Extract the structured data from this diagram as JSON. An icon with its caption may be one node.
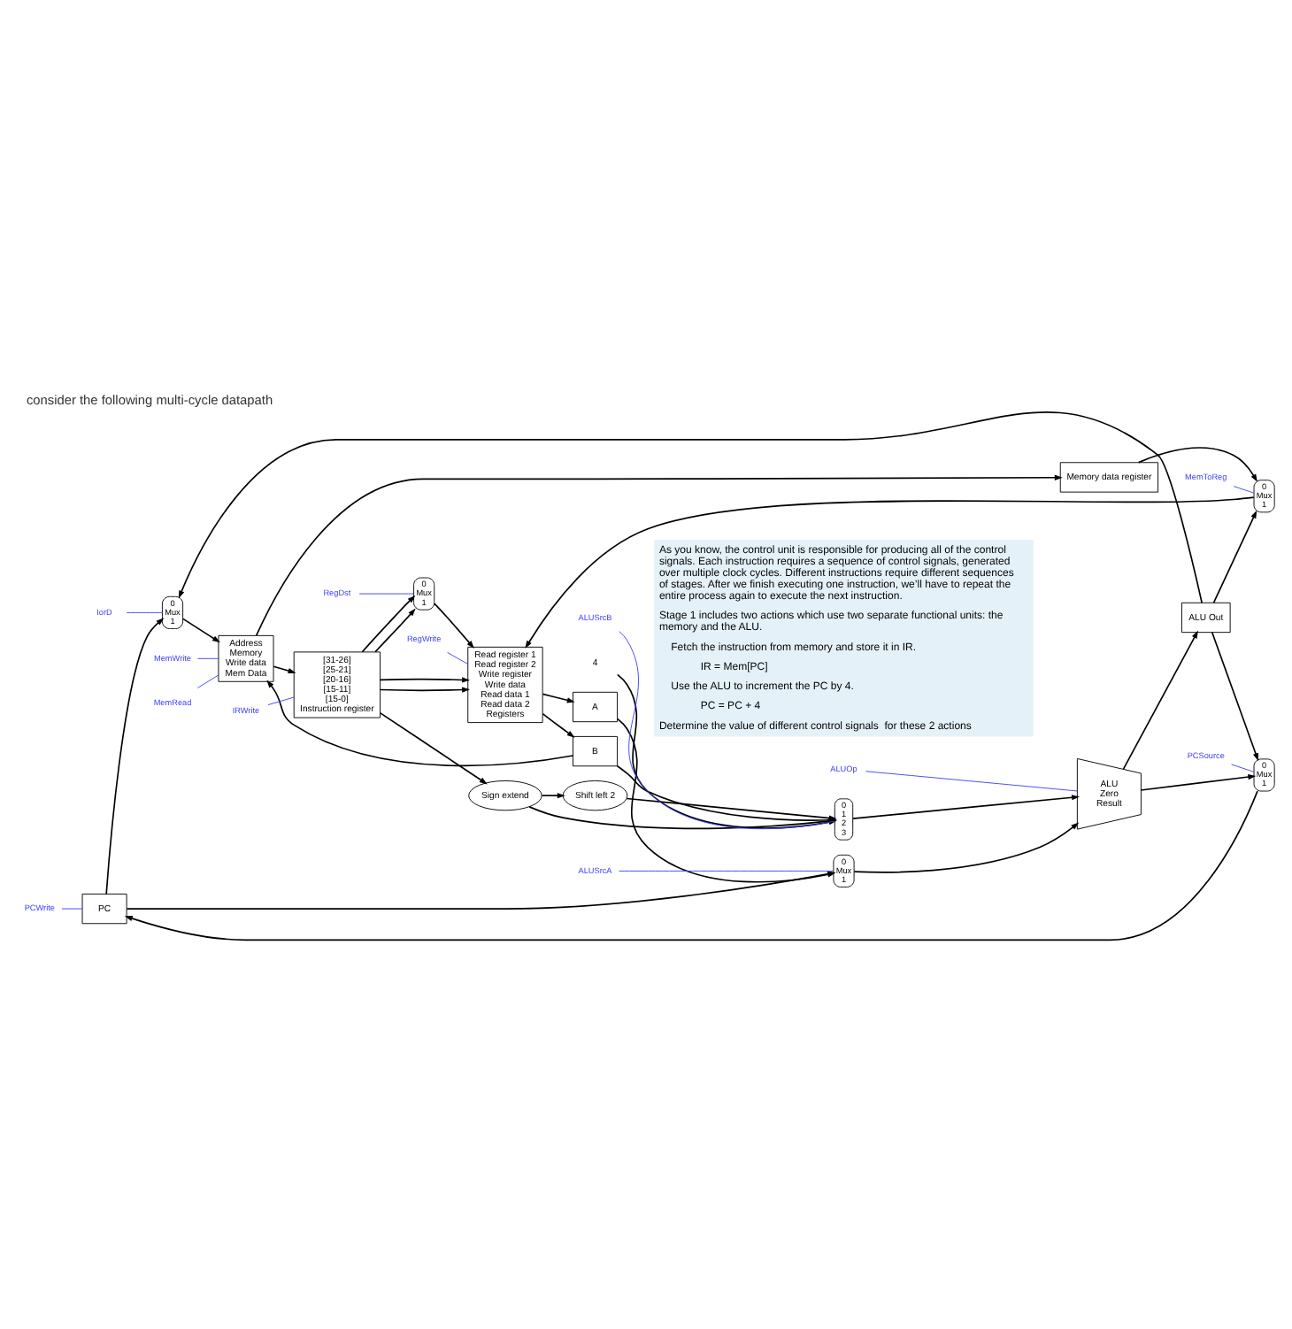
{
  "diagram": {
    "title": "consider the following multi-cycle datapath",
    "nodes": [
      {
        "text": [
          "PC"
        ]
      },
      {
        "text": [
          "0",
          "Mux",
          "1"
        ]
      },
      {
        "text": [
          "Address",
          "Memory",
          "Write data",
          "Mem Data"
        ]
      },
      {
        "text": [
          "[31-26]",
          "[25-21]",
          "[20-16]",
          "[15-11]",
          "[15-0]",
          "Instruction register"
        ]
      },
      {
        "text": [
          "Memory data register"
        ]
      },
      {
        "text": [
          "0",
          "Mux",
          "1"
        ]
      },
      {
        "text": [
          "0",
          "Mux",
          "1"
        ]
      },
      {
        "text": [
          "Read register 1",
          "Read register 2",
          "Write register",
          "Write data",
          "Read data 1",
          "Read data 2",
          "Registers"
        ]
      },
      {
        "text": [
          "Sign extend"
        ]
      },
      {
        "text": [
          "Shift left 2"
        ]
      },
      {
        "text": [
          "A"
        ]
      },
      {
        "text": [
          "B"
        ]
      },
      {
        "text": [
          "0",
          "Mux",
          "1"
        ]
      },
      {
        "text": [
          "0",
          "1",
          "2",
          "3"
        ]
      },
      {
        "text": [
          "4"
        ]
      },
      {
        "text": [
          "ALU",
          "Zero",
          "Result"
        ]
      },
      {
        "text": [
          "ALU Out"
        ]
      },
      {
        "text": [
          "0",
          "Mux",
          "1"
        ]
      },
      {
        "text": [
          "PCWrite"
        ]
      },
      {
        "text": [
          "IorD"
        ]
      },
      {
        "text": [
          "MemRead"
        ]
      },
      {
        "text": [
          "MemWrite"
        ]
      },
      {
        "text": [
          "IRWrite"
        ]
      },
      {
        "text": [
          "RegDst"
        ]
      },
      {
        "text": [
          "RegWrite"
        ]
      },
      {
        "text": [
          "ALUSrcA"
        ]
      },
      {
        "text": [
          "ALUSrcB"
        ]
      },
      {
        "text": [
          "ALUOp"
        ]
      },
      {
        "text": [
          "PCSource"
        ]
      },
      {
        "text": [
          "MemToReg"
        ]
      }
    ],
    "edges": [
      {
        "from": 17,
        "to": 0,
        "arrow": "to"
      },
      {
        "from": 0,
        "to": 1,
        "arrow": "to"
      },
      {
        "from": 0,
        "to": 12,
        "arrow": "to"
      },
      {
        "from": 16,
        "to": 1,
        "arrow": "to"
      },
      {
        "from": 16,
        "to": 6,
        "arrow": "to"
      },
      {
        "from": 11,
        "to": 2,
        "arrow": "to"
      },
      {
        "from": 1,
        "to": 2,
        "arrow": "to"
      },
      {
        "from": 2,
        "to": 3,
        "arrow": "to"
      },
      {
        "from": 2,
        "to": 4,
        "arrow": "to"
      },
      {
        "from": 3,
        "to": 7,
        "arrow": "to"
      },
      {
        "from": 3,
        "to": 7,
        "arrow": "to"
      },
      {
        "from": 3,
        "to": 5,
        "arrow": "to"
      },
      {
        "from": 3,
        "to": 5,
        "arrow": "to"
      },
      {
        "from": 3,
        "to": 8,
        "arrow": "to"
      },
      {
        "from": 5,
        "to": 7,
        "arrow": "to"
      },
      {
        "from": 4,
        "to": 6,
        "arrow": "to"
      },
      {
        "from": 6,
        "to": 7,
        "arrow": "to"
      },
      {
        "from": 7,
        "to": 10,
        "arrow": "to"
      },
      {
        "from": 7,
        "to": 11,
        "arrow": "to"
      },
      {
        "from": 10,
        "to": 12,
        "arrow": "to"
      },
      {
        "from": 11,
        "to": 13,
        "arrow": "to"
      },
      {
        "from": 14,
        "to": 13,
        "arrow": "to"
      },
      {
        "from": 8,
        "to": 13,
        "arrow": "to"
      },
      {
        "from": 8,
        "to": 9,
        "arrow": "to"
      },
      {
        "from": 9,
        "to": 13,
        "arrow": "to"
      },
      {
        "from": 12,
        "to": 15,
        "arrow": "to"
      },
      {
        "from": 13,
        "to": 15,
        "arrow": "to"
      },
      {
        "from": 15,
        "to": 16,
        "arrow": "to"
      },
      {
        "from": 15,
        "to": 17,
        "arrow": "to"
      },
      {
        "from": 16,
        "to": 17,
        "arrow": "to"
      },
      {
        "from": 18,
        "to": 0,
        "arrow": "none",
        "color": "#4040ff"
      },
      {
        "from": 19,
        "to": 1,
        "arrow": "none",
        "color": "#4040ff"
      },
      {
        "from": 20,
        "to": 2,
        "arrow": "none",
        "color": "#4040ff"
      },
      {
        "from": 21,
        "to": 2,
        "arrow": "none",
        "color": "#4040ff"
      },
      {
        "from": 22,
        "to": 3,
        "arrow": "none",
        "color": "#4040ff"
      },
      {
        "from": 23,
        "to": 5,
        "arrow": "none",
        "color": "#4040ff"
      },
      {
        "from": 24,
        "to": 7,
        "arrow": "none",
        "color": "#4040ff"
      },
      {
        "from": 25,
        "to": 12,
        "arrow": "none",
        "color": "#4040ff"
      },
      {
        "from": 26,
        "to": 13,
        "arrow": "none",
        "color": "#4040ff"
      },
      {
        "from": 27,
        "to": 15,
        "arrow": "none",
        "color": "#4040ff"
      },
      {
        "from": 28,
        "to": 17,
        "arrow": "none",
        "color": "#4040ff"
      },
      {
        "from": 29,
        "to": 6,
        "arrow": "none",
        "color": "#4040ff"
      }
    ],
    "labels": [
      "As you know, the control unit is responsible for producing all of the control signals. Each instruction requires a sequence of control signals, generated over multiple clock cycles. Different instructions require different sequences of stages. After we finish executing one instruction, we’ll have to repeat the entire process again to execute the next instruction.",
      "Stage 1 includes two actions which use two separate functional units: the memory and the ALU.",
      "Fetch the instruction from memory and store it in IR.",
      "IR = Mem[PC]",
      "Use the ALU to increment the PC by 4.",
      "PC = PC + 4",
      "Determine the value of different control signals  for these 2 actions"
    ]
  }
}
